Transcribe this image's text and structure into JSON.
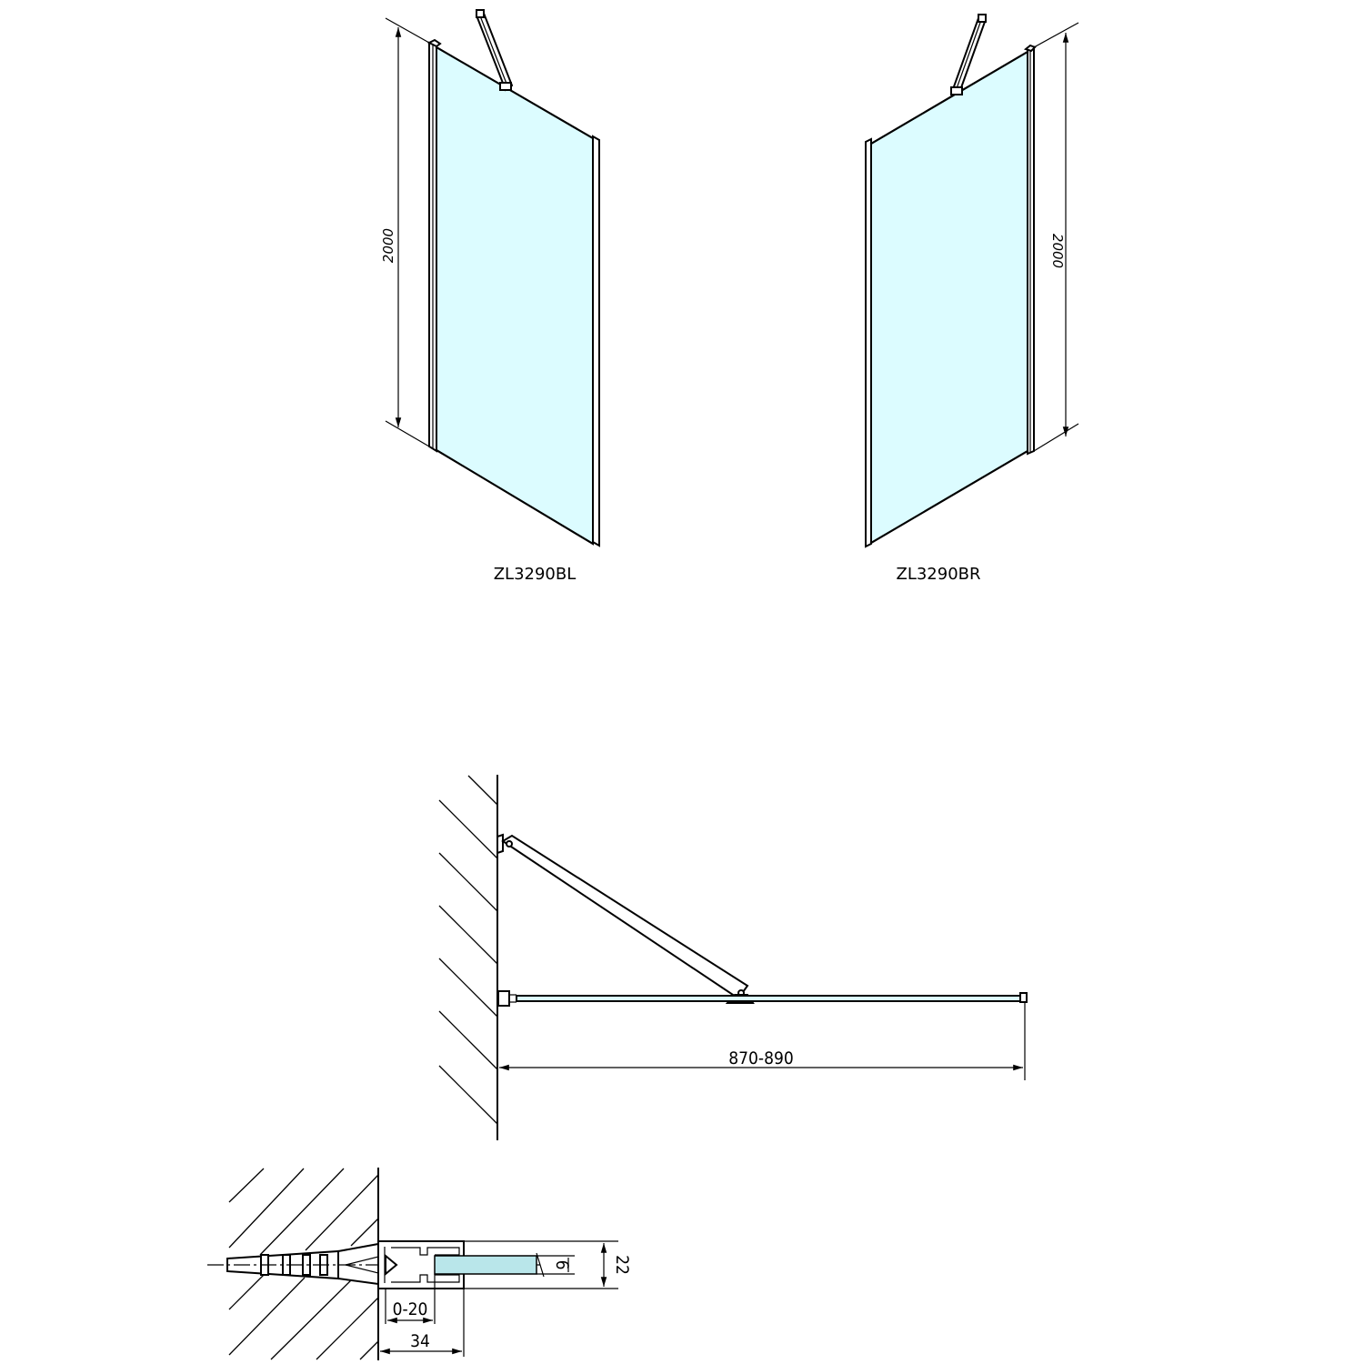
{
  "views": {
    "left_panel": {
      "model": "ZL3290BL",
      "height_dim": "2000"
    },
    "right_panel": {
      "model": "ZL3290BR",
      "height_dim": "2000"
    },
    "plan_view": {
      "width_dim": "870-890"
    },
    "profile_detail": {
      "adjust_dim": "0-20",
      "profile_width_dim": "34",
      "glass_thickness_dim": "6",
      "profile_depth_dim": "22"
    }
  },
  "colors": {
    "glass": "#dcfcff",
    "line": "#000000"
  }
}
